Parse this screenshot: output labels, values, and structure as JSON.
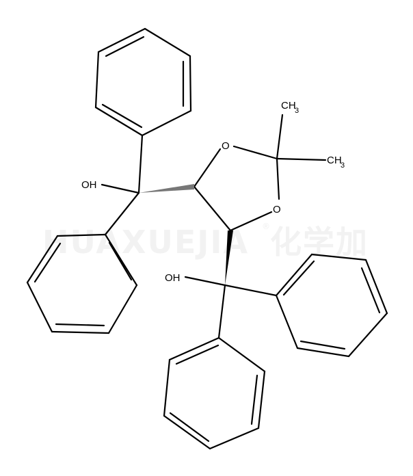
{
  "watermark": {
    "latin": "HUAXUEJIA",
    "cjk": "化学加",
    "registered": "®"
  },
  "atoms": {
    "oh_top": "OH",
    "oh_bottom": "OH",
    "o_ring_1": "O",
    "o_ring_2": "O",
    "ch3_1": {
      "main": "CH",
      "sub": "3"
    },
    "ch3_2": {
      "main": "CH",
      "sub": "3"
    }
  }
}
